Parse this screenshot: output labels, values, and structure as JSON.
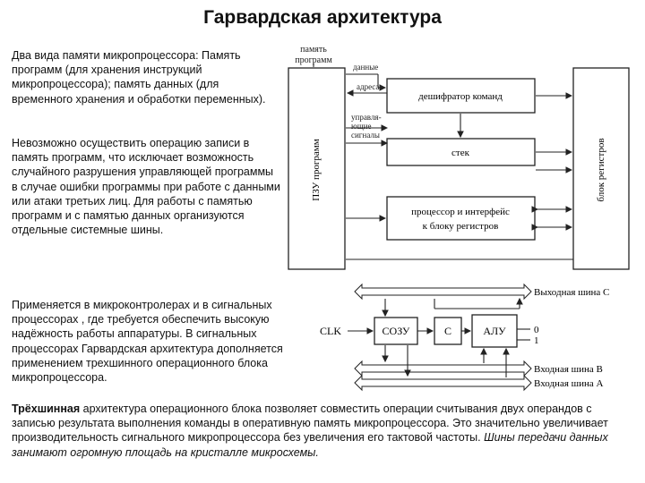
{
  "title": "Гарвардская архитектура",
  "text": {
    "para1": "Два вида памяти микропроцессора: Память программ (для хранения инструкций микропроцессора); память данных (для временного хранения и обработки переменных).",
    "para2": "Невозможно осуществить операцию записи в память программ, что исключает возможность случайного разрушения управляющей программы в случае ошибки программы при работе с данными или атаки третьих лиц. Для работы с памятью программ и с памятью данных организуются отдельные системные шины.",
    "para3": "Применяется в микроконтролерах и в сигнальных процессорах , где требуется обеспечить высокую надёжность работы аппаратуры. В сигнальных процессорах Гарвардская архитектура дополняется применением трехшинного операционного блока микропроцессора.",
    "para4_bold": "Трёхшинная",
    "para4_rest": " архитектура операционного блока позволяет совместить операции считывания двух операндов с записью результата выполнения команды в оперативную память микропроцессора. Это значительно увеличивает производительность сигнального микропроцессора без увеличения его тактовой частоты. ",
    "para4_italic": "Шины передачи данных занимают огромную площадь на кристалле микросхемы."
  },
  "diagram1": {
    "mem_label_line1": "память",
    "mem_label_line2": "программ",
    "rom_block": "ПЗУ программ",
    "sig_data": "данные",
    "sig_address": "адреса",
    "sig_control_1": "управля-",
    "sig_control_2": "ющие",
    "sig_control_3": "сигналы",
    "decoder": "дешифратор команд",
    "stack": "стек",
    "processor_1": "процессор и интерфейс",
    "processor_2": "к блоку регистров",
    "registers": "блок регистров"
  },
  "diagram2": {
    "clk": "CLK",
    "sozu": "СОЗУ",
    "c_reg": "C",
    "alu": "АЛУ",
    "zero": "0",
    "one": "1",
    "bus_c": "Выходная шина C",
    "bus_b": "Входная шина B",
    "bus_a": "Входная шина A"
  }
}
